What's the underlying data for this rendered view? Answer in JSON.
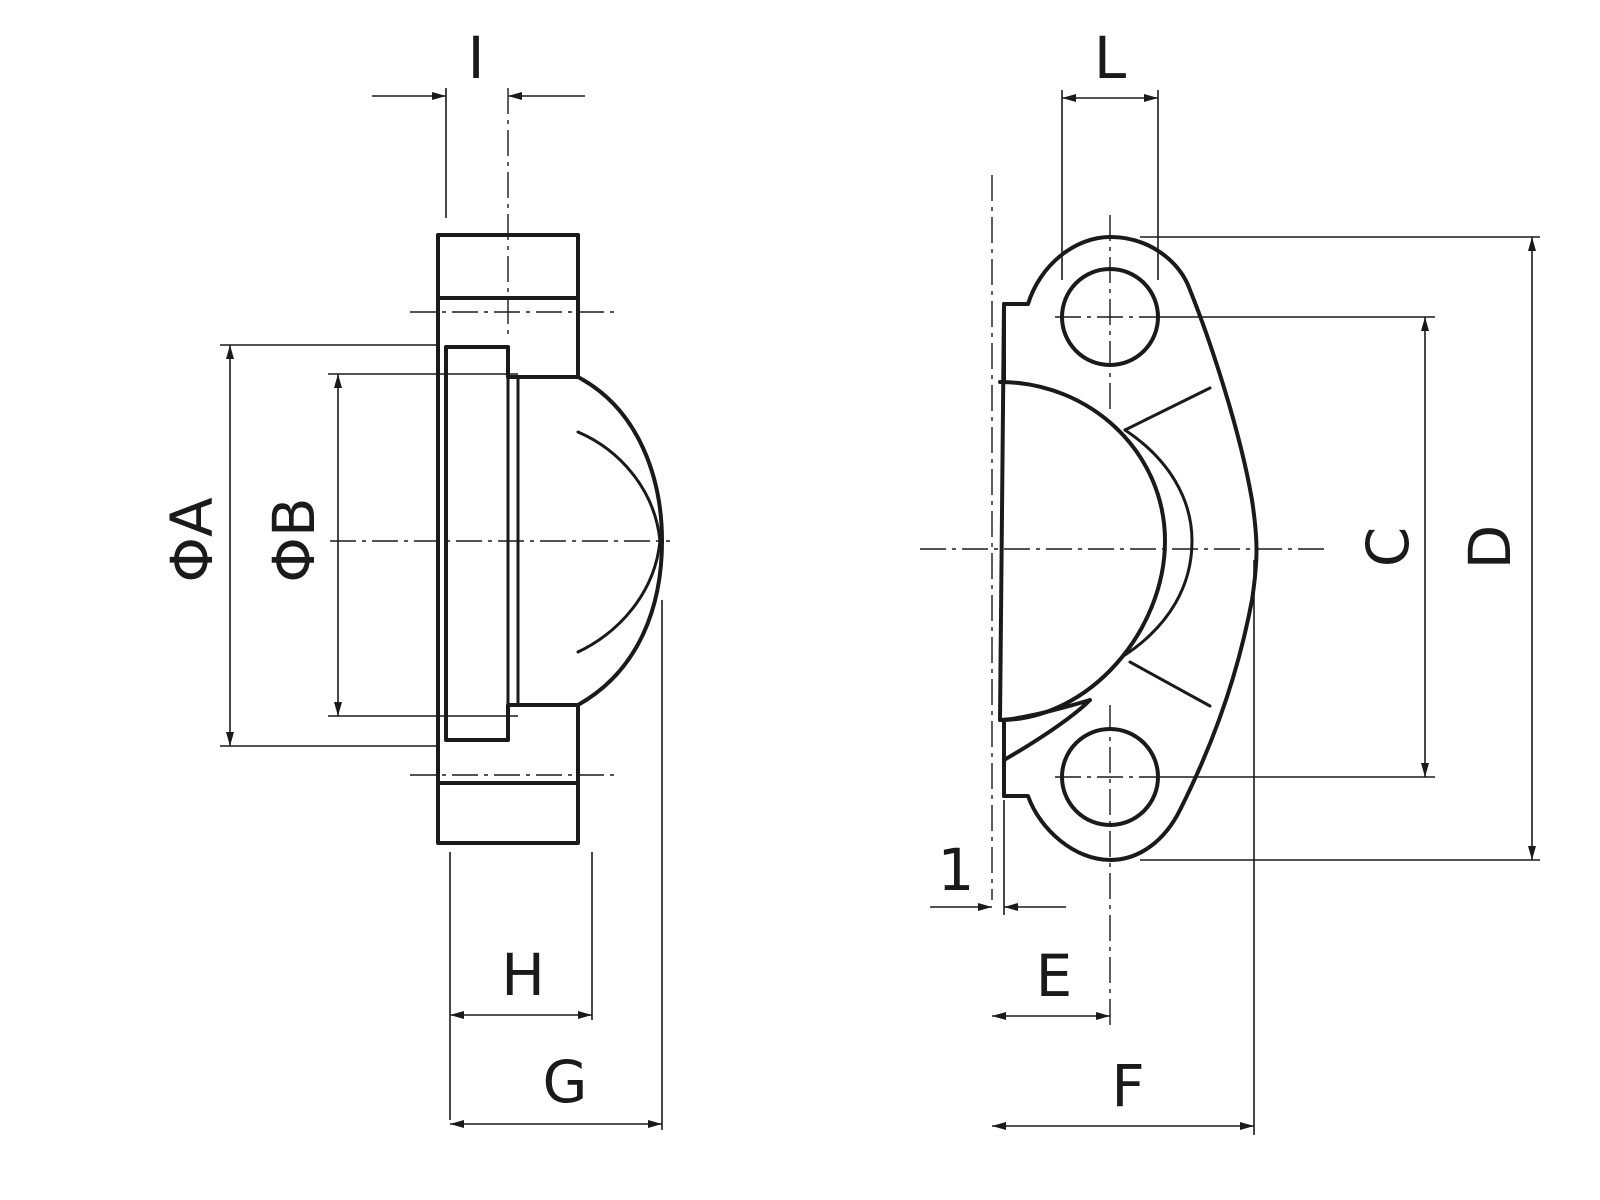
{
  "labels": {
    "I": "I",
    "phiA": "ΦA",
    "phiB": "ΦB",
    "H": "H",
    "G": "G",
    "L": "L",
    "C": "C",
    "D": "D",
    "one": "1",
    "E": "E",
    "F": "F"
  }
}
